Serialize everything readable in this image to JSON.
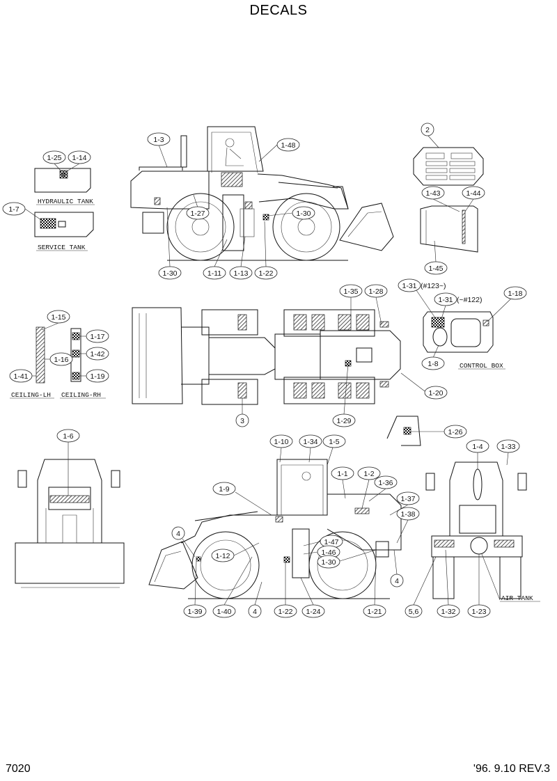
{
  "title": "DECALS",
  "page_number": "7020",
  "revision": "'96. 9.10  REV.3",
  "captions": {
    "hydraulic_tank": "HYDRAULIC TANK",
    "service_tank": "SERVICE TANK",
    "ceiling_lh": "CEILING-LH",
    "ceiling_rh": "CEILING-RH",
    "control_box": "CONTROL BOX",
    "air_tank": "AIR TANK"
  },
  "callouts": {
    "c1_3": "1-3",
    "c1_48": "1-48",
    "c1_27": "1-27",
    "c1_30a": "1-30",
    "c1_30b": "1-30",
    "c1_11": "1-11",
    "c1_13": "1-13",
    "c1_22a": "1-22",
    "c1_25": "1-25",
    "c1_14": "1-14",
    "c1_7": "1-7",
    "c2": "2",
    "c1_43": "1-43",
    "c1_44": "1-44",
    "c1_45": "1-45",
    "c1_15": "1-15",
    "c1_17": "1-17",
    "c1_42": "1-42",
    "c1_16": "1-16",
    "c1_41": "1-41",
    "c1_19": "1-19",
    "c1_35": "1-35",
    "c1_28": "1-28",
    "c1_29": "1-29",
    "c3": "3",
    "c1_20": "1-20",
    "c1_31a": "1-31",
    "c1_31a_note": "(#123~)",
    "c1_31b": "1-31",
    "c1_31b_note": "(~#122)",
    "c1_18": "1-18",
    "c1_8": "1-8",
    "c1_26": "1-26",
    "c1_6": "1-6",
    "c1_10": "1-10",
    "c1_34": "1-34",
    "c1_5": "1-5",
    "c1_1": "1-1",
    "c1_2": "1-2",
    "c1_36": "1-36",
    "c1_37": "1-37",
    "c1_38": "1-38",
    "c1_9": "1-9",
    "c4a": "4",
    "c1_12": "1-12",
    "c1_47": "1-47",
    "c1_46": "1-46",
    "c1_30c": "1-30",
    "c4b": "4",
    "c1_39": "1-39",
    "c1_40": "1-40",
    "c4c": "4",
    "c1_22b": "1-22",
    "c1_24": "1-24",
    "c1_21": "1-21",
    "c1_4": "1-4",
    "c1_33": "1-33",
    "c5_6": "5,6",
    "c1_32": "1-32",
    "c1_23": "1-23"
  }
}
